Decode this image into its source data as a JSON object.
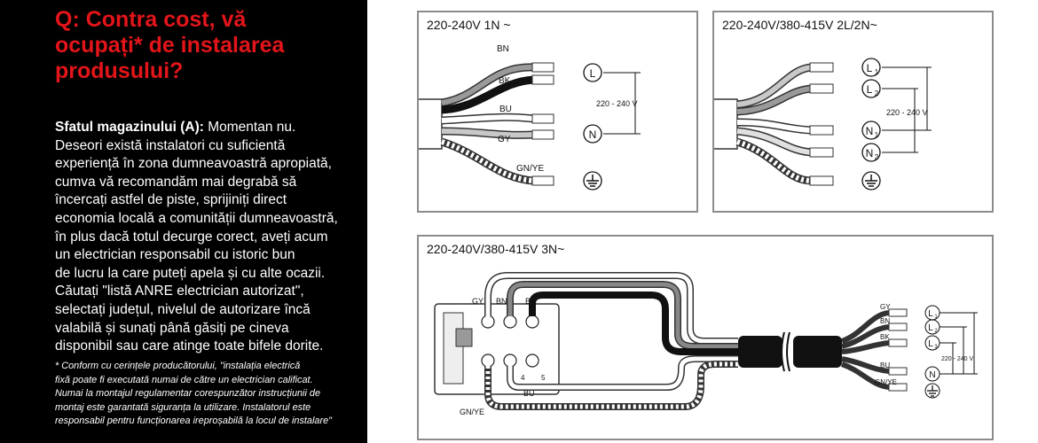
{
  "question": {
    "line1": "Q: Contra cost, vă",
    "line2": "ocupați* de instalarea",
    "line3": "produsului?"
  },
  "answer": {
    "label": "Sfatul magazinului (A):",
    "lead": "Momentan nu.",
    "lines": [
      "Deseori există instalatori cu suficientă",
      "experiență în zona dumneavoastră apropiată,",
      "cumva vă recomandăm mai degrabă să",
      "încercați astfel de piste, sprijiniți direct",
      "economia locală a comunității dumneavoastră,",
      "în plus dacă totul decurge corect, aveți acum",
      "un electrician responsabil cu istoric bun",
      "de lucru la care puteți apela și cu alte ocazii.",
      "Căutați \"listă ANRE electrician autorizat\",",
      "selectați județul, nivelul de autorizare încă",
      "valabilă și sunați până găsiți pe cineva",
      "disponibil sau care atinge toate bifele dorite."
    ]
  },
  "footnote": "* Conform cu cerințele producătorului, \"instalația electrică\nfixă poate fi executată numai de către un electrician calificat.\nNumai la montajul regulamentar corespunzător instrucțiunii de\nmontaj este garantată siguranța la utilizare. Instalatorul este\nresponsabil pentru funcționarea ireproșabilă la locul de instalare\"",
  "diagram1": {
    "title": "220-240V 1N ~",
    "wires": [
      "BN",
      "BK",
      "BU",
      "GY",
      "GN/YE"
    ],
    "terminals": [
      "L",
      "N"
    ],
    "voltage": "220 - 240 V",
    "earth_icon": "earth-symbol"
  },
  "diagram2": {
    "title": "220-240V/380-415V 2L/2N~",
    "terminals": [
      {
        "main": "L",
        "sub": "1"
      },
      {
        "main": "L",
        "sub": "2"
      },
      {
        "main": "N",
        "sub": "1"
      },
      {
        "main": "N",
        "sub": "2"
      }
    ],
    "voltage": "220 - 240 V",
    "earth_icon": "earth-symbol"
  },
  "diagram3": {
    "title": "220-240V/380-415V 3N~",
    "block_labels": [
      "GY",
      "BN",
      "BK",
      "BU",
      "GN/YE"
    ],
    "block_numbers": [
      "4",
      "5"
    ],
    "wires_right": [
      "GY",
      "BN",
      "BK",
      "BU",
      "GN/YE"
    ],
    "terminals": [
      {
        "main": "L",
        "sub": "1"
      },
      {
        "main": "L",
        "sub": "2"
      },
      {
        "main": "L",
        "sub": "3"
      },
      {
        "main": "N",
        "sub": ""
      }
    ],
    "voltage": "220 - 240 V",
    "earth_icon": "earth-symbol"
  },
  "colors": {
    "left_bg": "#000000",
    "question": "#e3151a",
    "panel_border": "#8c8c8c"
  }
}
